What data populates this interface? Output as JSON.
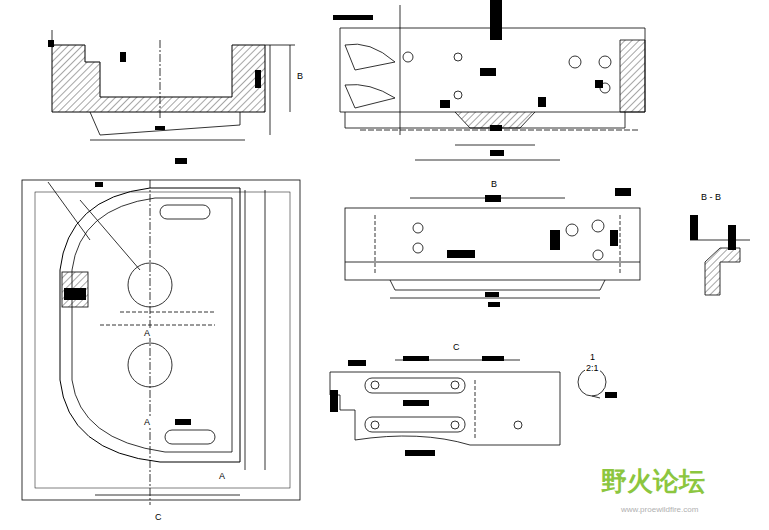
{
  "diagram": {
    "labels": [
      "B",
      "B",
      "B - B",
      "C",
      "C",
      "A",
      "A",
      "A",
      "1",
      "2:1",
      "野火论坛",
      "www.proewildfire.com"
    ]
  }
}
